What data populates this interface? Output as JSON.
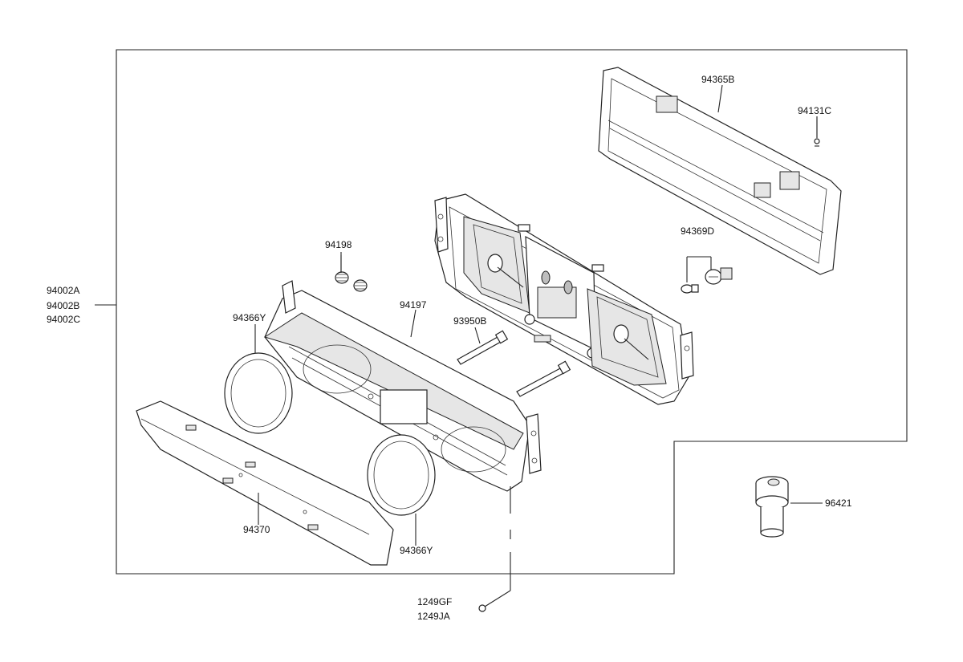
{
  "labels": {
    "assembly_1": "94002A",
    "assembly_2": "94002B",
    "assembly_3": "94002C",
    "cover": "94365B",
    "screw_small": "94131C",
    "bulb": "94369D",
    "bulb_socket_set": "94198",
    "housing": "94197",
    "ring_left": "94366Y",
    "ring_right": "94366Y",
    "bolt": "93950B",
    "lens": "94370",
    "sensor": "96421",
    "screw_1": "1249GF",
    "screw_2": "1249JA"
  }
}
